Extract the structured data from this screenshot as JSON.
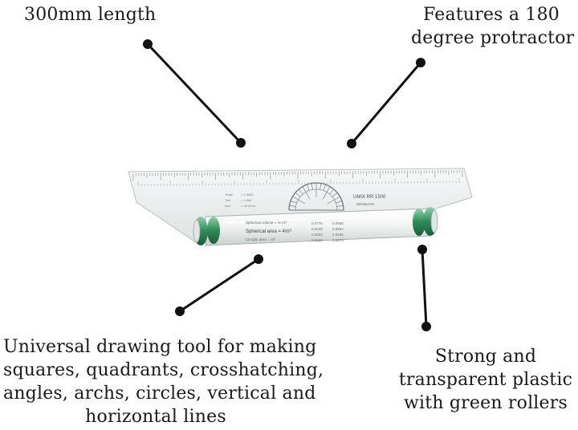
{
  "callouts": {
    "length": [
      "300mm length"
    ],
    "protractor": [
      "Features a 180",
      "degree protractor"
    ],
    "universal": [
      "Universal drawing tool for making",
      "squares, quadrants, crosshatching,",
      "angles, archs, circles, vertical and",
      "horizontal lines"
    ],
    "material": [
      "Strong and",
      "transparent plastic",
      "with green rollers"
    ]
  },
  "product": {
    "brand": "UMIX RR 1500",
    "origin": "DENMARK",
    "formulas": [
      "Spherical volume = ⅓·πr³",
      "Spherical area = 4πr²",
      "Circular area = πr²"
    ]
  },
  "colors": {
    "leader": "#111111",
    "roller_green": "#2e8b57",
    "plastic": "#e8ecec",
    "cylinder": "#f4f6f5"
  }
}
